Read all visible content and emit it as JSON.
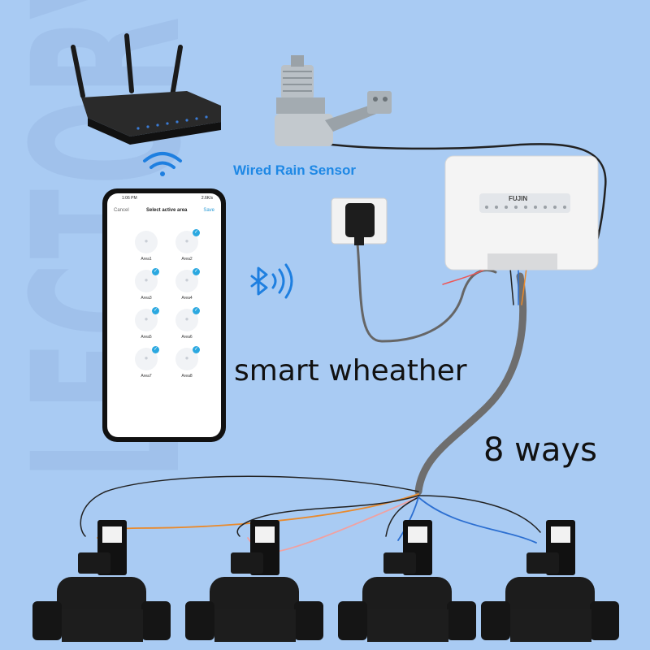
{
  "labels": {
    "rain_sensor": "Wired Rain Sensor",
    "headline": "smart wheather",
    "ways": "8 ways",
    "brand": "FUJIN"
  },
  "phone": {
    "status_time": "1:06 PM",
    "status_net": "2.6K/s",
    "cancel": "Cancel",
    "title": "Select active area",
    "save": "Save",
    "areas": [
      "Area1",
      "Area2",
      "Area3",
      "Area4",
      "Area5",
      "Area6",
      "Area7",
      "Area8"
    ]
  },
  "watermark": "LECTORY",
  "colors": {
    "background": "#a9cbf3",
    "accent_blue": "#1e88e5",
    "check_blue": "#2aa8e0"
  },
  "icons": [
    "wifi-icon",
    "bluetooth-icon",
    "router",
    "rain-sensor",
    "power-adapter",
    "controller",
    "solenoid-valve"
  ]
}
